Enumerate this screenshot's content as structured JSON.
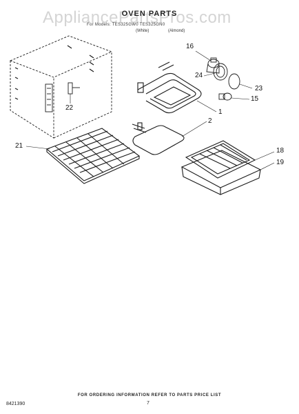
{
  "watermark": "AppliancePartsPros.com",
  "header": {
    "title": "OVEN PARTS",
    "models_line": "For Models: TES325GW0 TES325GN0",
    "variant_1": "(White)",
    "variant_2": "(Almond)"
  },
  "callouts": [
    "16",
    "24",
    "23",
    "15",
    "1",
    "2",
    "22",
    "21",
    "18",
    "19"
  ],
  "footer": {
    "note": "FOR ORDERING INFORMATION REFER TO PARTS PRICE LIST",
    "page_number": "7",
    "doc_number": "8421390"
  }
}
